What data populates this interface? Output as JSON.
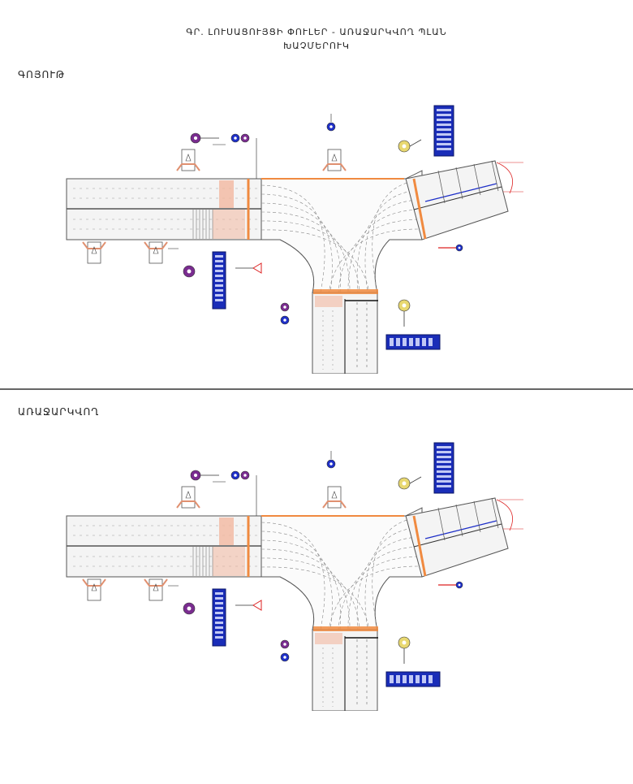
{
  "title": {
    "line1": "ԳՐ. ԼՈՒՍԱՑՈՒՅՑԻ ՓՈՒԼԵՐ - ԱՌԱՋԱՐԿՎՈՂ ՊԼԱՆ",
    "line2": "ԽԱՉՄԵՐՈՒԿ"
  },
  "sections": [
    {
      "label": "ԳՈՅՈՒԹ"
    },
    {
      "label": "ԱՌԱՋԱՐԿՎՈՂ"
    }
  ],
  "colors": {
    "road_fill": "#f4f4f4",
    "road_edge": "#555555",
    "crosswalk": "#f2b8a0",
    "stopline": "#f08a40",
    "label_box": "#1a2db8",
    "signal_purple": "#7a2c90",
    "signal_blue": "#1e2fc8",
    "signal_yellow": "#e8d870",
    "dimension": "#dd2222"
  },
  "icons": [
    "traffic-signal-icon",
    "pedestrian-signal-icon",
    "bus-stop-icon"
  ]
}
